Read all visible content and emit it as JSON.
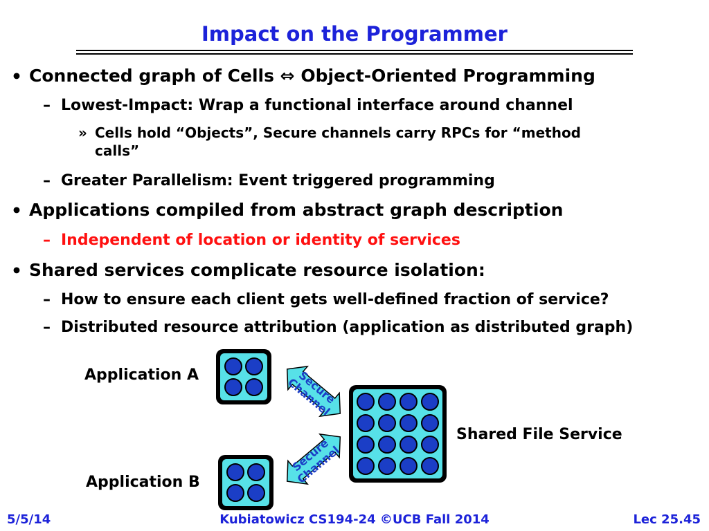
{
  "slide": {
    "title": "Impact on the Programmer",
    "bullets": [
      {
        "text": "Connected graph of Cells ⇔ Object-Oriented Programming"
      },
      {
        "text": "Lowest-Impact: Wrap a functional interface around channel"
      },
      {
        "text1": "Cells hold “Objects”, Secure channels carry RPCs for “method",
        "text2": "calls”"
      },
      {
        "text": "Greater Parallelism: Event triggered programming"
      },
      {
        "text": "Applications compiled from abstract graph description"
      },
      {
        "text": "Independent of location or identity of services"
      },
      {
        "text": "Shared services complicate resource isolation:"
      },
      {
        "text": "How to ensure each client gets well-defined fraction of service?"
      },
      {
        "text": "Distributed resource attribution (application as distributed graph)"
      }
    ],
    "markers": {
      "bullet": "•",
      "dash": "–",
      "sub": "»"
    },
    "colors": {
      "title": "#1c22d9",
      "highlight": "#ff1010",
      "cell_fill": "#57e1e8",
      "dot": "#1b3ec6"
    }
  },
  "diagram": {
    "app_a": "Application A",
    "app_b": "Application B",
    "shared": "Shared File Service",
    "channel_line1": "Secure",
    "channel_line2": "Channel"
  },
  "footer": {
    "date": "5/5/14",
    "course": "Kubiatowicz CS194-24 ©UCB Fall 2014",
    "lecture": "Lec 25.45"
  }
}
